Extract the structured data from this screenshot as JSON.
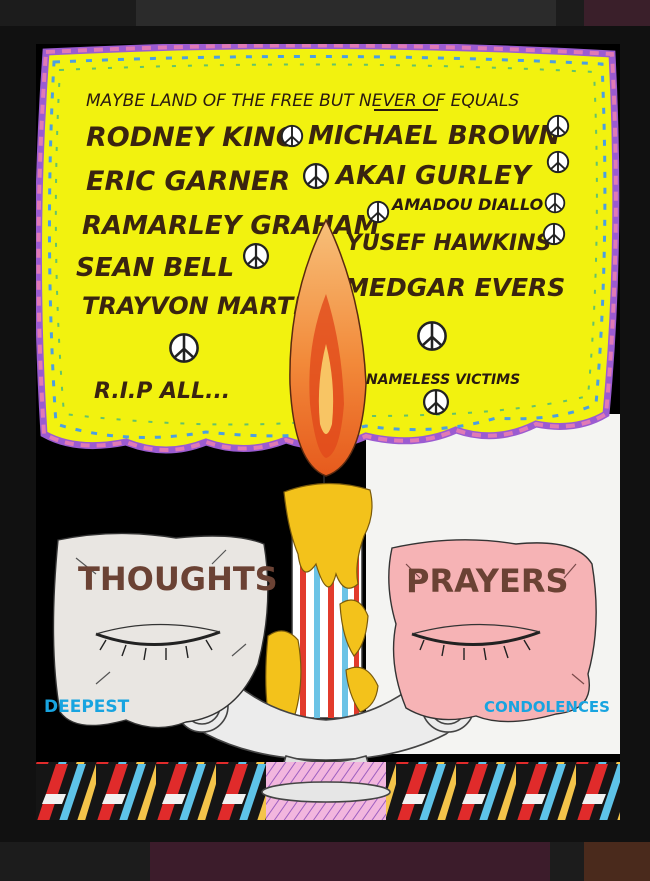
{
  "poster": {
    "header_line": "MAYBE LAND OF THE FREE BUT NEVER OF EQUALS",
    "names": [
      "RODNEY KING",
      "MICHAEL BROWN",
      "ERIC GARNER",
      "AKAI GURLEY",
      "RAMARLEY GRAHAM",
      "AMADOU DIALLO",
      "SEAN BELL",
      "YUSEF HAWKINS",
      "TRAYVON MARTIN",
      "MEDGAR EVERS"
    ],
    "rip_text": "R.I.P ALL...",
    "nameless_text": "NAMELESS VICTIMS",
    "left_stone_title": "THOUGHTS",
    "left_stone_caption": "DEEPEST",
    "right_stone_title": "PRAYERS",
    "right_stone_caption": "CONDOLENCES"
  },
  "colors": {
    "banner_fill": "#f2f20f",
    "banner_scribble": [
      "#9b5bd1",
      "#e07ab6",
      "#4c9fe0",
      "#63c36b"
    ],
    "left_stone": "#e9e6e2",
    "right_stone": "#f6b3b5",
    "flame_outer": "#f7a047",
    "flame_inner": "#e6521d",
    "wax": "#f3c21b",
    "caption_blue": "#18a4e0"
  },
  "icons": [
    "peace-sign-icon",
    "candle-flame-icon",
    "closed-eye-icon"
  ]
}
